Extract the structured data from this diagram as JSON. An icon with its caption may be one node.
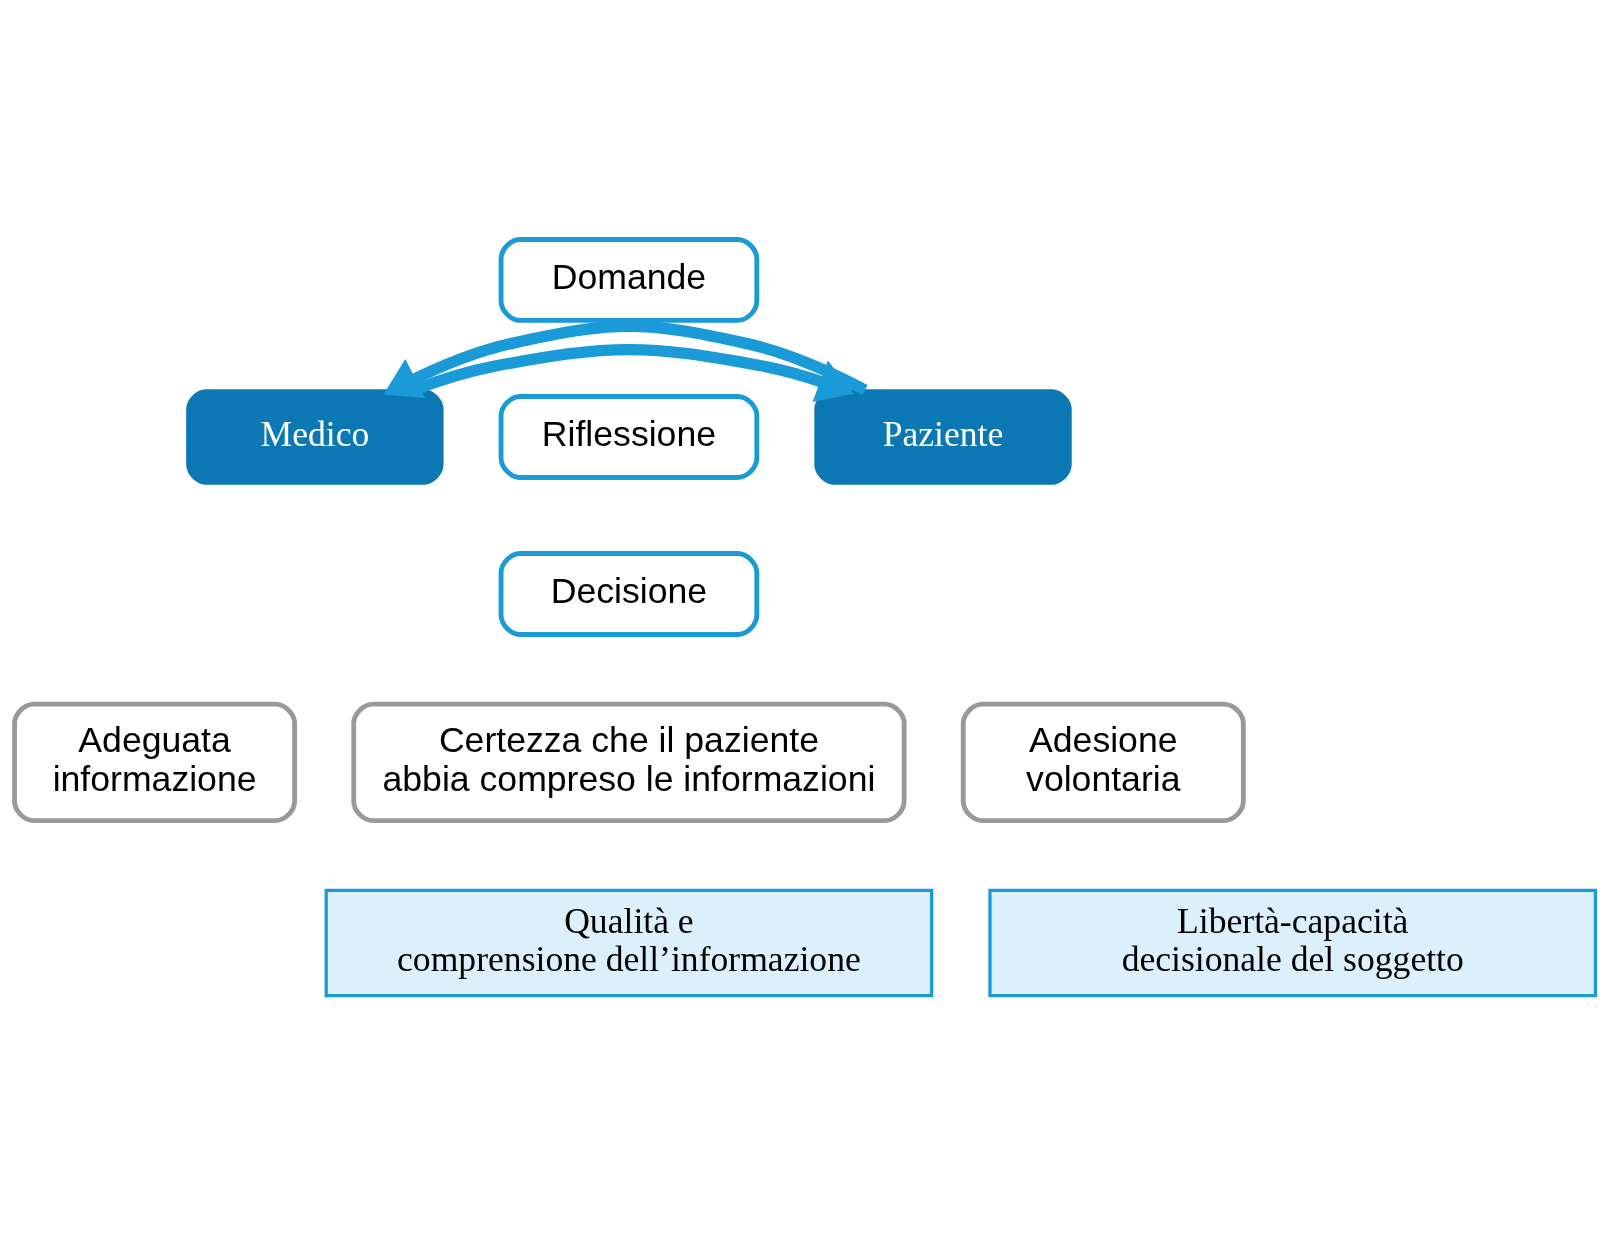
{
  "diagram": {
    "nodes": [
      {
        "text": [
          "Medico"
        ]
      },
      {
        "text": [
          "Paziente"
        ]
      },
      {
        "text": [
          "Domande"
        ]
      },
      {
        "text": [
          "Riflessione"
        ]
      },
      {
        "text": [
          "Decisione"
        ]
      },
      {
        "text": [
          "Adeguata informazione"
        ]
      },
      {
        "text": [
          "Certezza che il paziente abbia compreso le informazioni"
        ]
      },
      {
        "text": [
          "Adesione volontaria"
        ]
      },
      {
        "text": [
          "Qualità e comprensione dell’informazione"
        ]
      },
      {
        "text": [
          "Libertà-capacità decisionale del soggetto"
        ]
      }
    ],
    "edges": [
      {
        "from": 0,
        "to": 1,
        "arrow": "to"
      },
      {
        "from": 1,
        "to": 0,
        "arrow": "to"
      }
    ]
  }
}
